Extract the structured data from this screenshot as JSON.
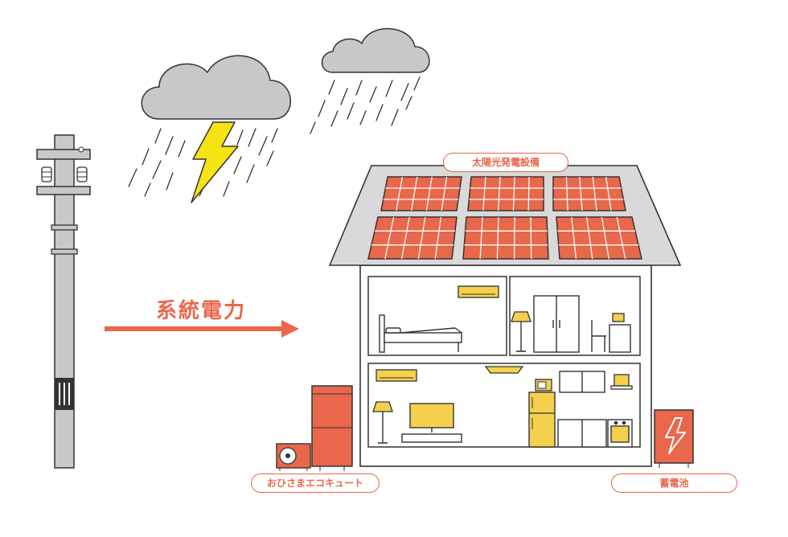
{
  "labels": {
    "solar": "太陽光発電設備",
    "grid_power": "系統電力",
    "ecocute": "おひさまエコキュート",
    "battery": "蓄電池"
  },
  "colors": {
    "accent": "#e9674b",
    "panel": "#e9674b",
    "roof": "#d9d9d9",
    "cloud": "#c8c8c8",
    "appliance_yellow": "#f5d04c",
    "lightning": "#f5e313",
    "outline": "#333333"
  },
  "icons": [
    "cloud-icon",
    "lightning-icon",
    "utility-pole-icon",
    "house-icon",
    "solar-panel-icon",
    "air-conditioner-icon",
    "bed-icon",
    "lamp-icon",
    "wardrobe-icon",
    "chair-icon",
    "desk-icon",
    "tv-icon",
    "fridge-icon",
    "microwave-icon",
    "kitchen-icon",
    "ceiling-light-icon",
    "heat-pump-icon",
    "water-tank-icon",
    "battery-icon",
    "arrow-icon"
  ]
}
